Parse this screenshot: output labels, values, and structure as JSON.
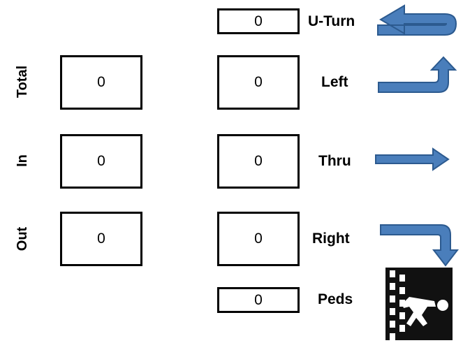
{
  "summary": {
    "total": {
      "label": "Total",
      "value": "0"
    },
    "in": {
      "label": "In",
      "value": "0"
    },
    "out": {
      "label": "Out",
      "value": "0"
    }
  },
  "movements": {
    "uturn": {
      "label": "U-Turn",
      "value": "0",
      "icon": "uturn-arrow-icon"
    },
    "left": {
      "label": "Left",
      "value": "0",
      "icon": "left-turn-arrow-icon"
    },
    "thru": {
      "label": "Thru",
      "value": "0",
      "icon": "through-arrow-icon"
    },
    "right": {
      "label": "Right",
      "value": "0",
      "icon": "right-turn-arrow-icon"
    },
    "peds": {
      "label": "Peds",
      "value": "0",
      "icon": "pedestrian-crossing-icon"
    }
  },
  "colors": {
    "arrow_fill": "#4A7EBB",
    "arrow_stroke": "#2C5A8F",
    "ped_bg": "#111111"
  }
}
